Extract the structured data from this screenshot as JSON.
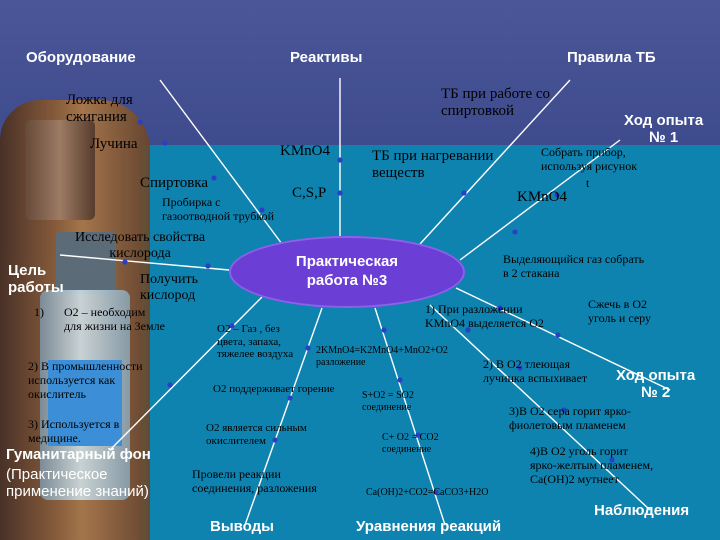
{
  "center": {
    "line1": "Практическая",
    "line2": "работа №3"
  },
  "headings": {
    "equipment": "Оборудование",
    "reagents": "Реактивы",
    "safety": "Правила ТБ",
    "exp1": "Ход опыта\n№ 1",
    "exp2": "Ход опыта\n№ 2",
    "goal": "Цель\nработы",
    "humanitarian": "Гуманитарный фон",
    "humanitarian_sub": "(Практическое\nприменение знаний)",
    "conclusions": "Выводы",
    "equations": "Уравнения реакций",
    "observations": "Наблюдения"
  },
  "equipment": [
    "Ложка для\nсжигания",
    "Лучина",
    "Спиртовка",
    "Пробирка с\nгазоотводной трубкой"
  ],
  "reagents": [
    "KMnO4",
    "C,S,P"
  ],
  "safety": [
    "ТБ при работе со\nспиртовкой",
    "ТБ при нагревании\nвеществ"
  ],
  "exp1": [
    "Собрать прибор,\nиспользуя рисунок",
    "t",
    "KMnO4"
  ],
  "exp2": [
    "Выделяющийся газ собрать\nв 2 стакана",
    "Сжечь в O2\nуголь и серу"
  ],
  "goal": [
    "Исследовать свойства\nкислорода",
    "Получить\nкислород"
  ],
  "humanitarian": [
    "O2 – необходим\nдля жизни на Земле",
    "2) В промышленности\nиспользуется как\nокислитель",
    "3) Используется в\nмедицине."
  ],
  "conclusions": [
    "O2 – Газ , без\nцвета, запаха,\nтяжелее воздуха",
    "O2 поддерживает горение",
    "O2 является сильным\nокислителем",
    "Провели реакции\nсоединения, разложения"
  ],
  "equations": [
    "2KMnO4=K2MnO4+MnO2+O2\nразложение",
    "S+O2 = SO2\nсоединение",
    "C+ O2 = CO2\nсоединение",
    "Ca(OH)2+CO2=CaCO3+H2O"
  ],
  "observations": [
    "1) При разложении\nKMnO4 выделяется O2",
    "2) В O2 тлеющая\nлучинка вспыхивает",
    "3)В O2 сера горит ярко-\nфиолетовым пламенем",
    "4)В O2 уголь горит\nярко-желтым пламенем,\nCa(OH)2 мутнеет"
  ],
  "colors": {
    "panel": "#0f83b0",
    "top": "#4a5698",
    "ellipse": "#6b3fd6",
    "lines": "#ffffff",
    "dots": "#2c3ec8"
  }
}
